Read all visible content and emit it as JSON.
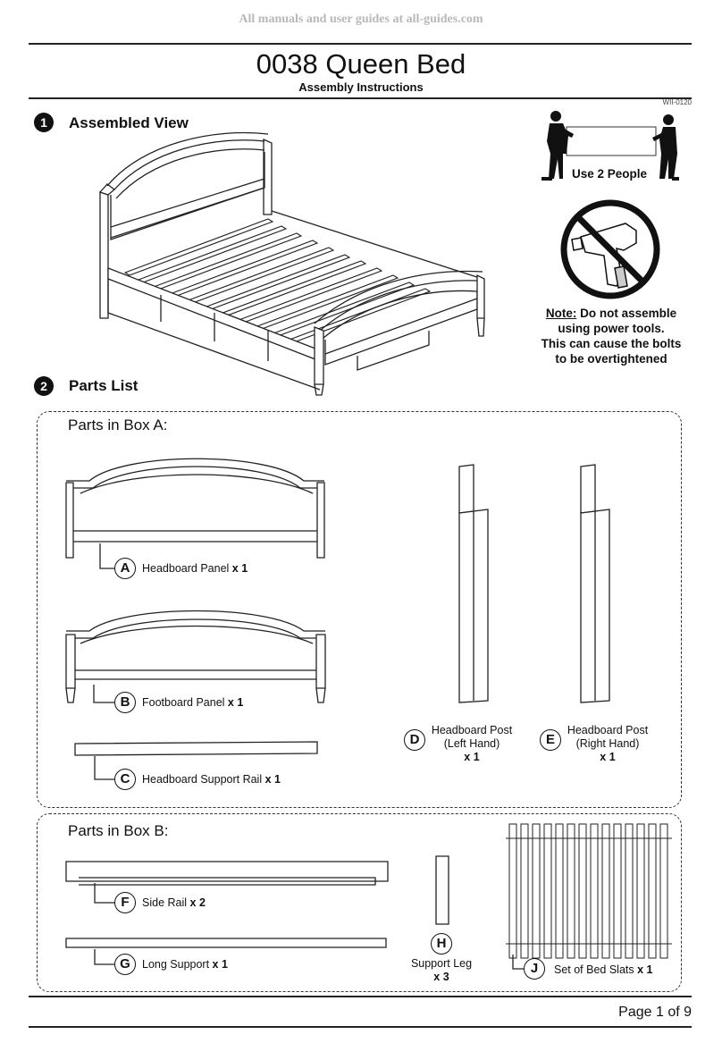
{
  "watermark": "All manuals and user guides at all-guides.com",
  "header": {
    "title": "0038 Queen Bed",
    "subtitle": "Assembly Instructions",
    "doc_id": "WII-0120"
  },
  "step1": {
    "number": "1",
    "title": "Assembled View"
  },
  "warnings": {
    "people_label": "Use 2 People",
    "note_prefix": "Note:",
    "note_line1": " Do not assemble",
    "note_line2": "using power tools.",
    "note_line3": "This can cause the bolts",
    "note_line4": "to be overtightened"
  },
  "step2": {
    "number": "2",
    "title": "Parts List"
  },
  "box_a": {
    "title": "Parts in Box A:",
    "parts": [
      {
        "letter": "A",
        "name": "Headboard Panel",
        "qty": "x 1"
      },
      {
        "letter": "B",
        "name": "Footboard Panel",
        "qty": "x 1"
      },
      {
        "letter": "C",
        "name": "Headboard Support Rail",
        "qty": "x 1"
      },
      {
        "letter": "D",
        "name_line1": "Headboard Post",
        "name_line2": "(Left Hand)",
        "qty": "x 1"
      },
      {
        "letter": "E",
        "name_line1": "Headboard Post",
        "name_line2": "(Right Hand)",
        "qty": "x 1"
      }
    ]
  },
  "box_b": {
    "title": "Parts in Box B:",
    "parts": [
      {
        "letter": "F",
        "name": "Side Rail",
        "qty": "x 2"
      },
      {
        "letter": "G",
        "name": "Long Support",
        "qty": "x 1"
      },
      {
        "letter": "H",
        "name": "Support Leg",
        "qty": "x 3"
      },
      {
        "letter": "J",
        "name": "Set of Bed Slats",
        "qty": "x 1"
      }
    ]
  },
  "footer": {
    "page": "Page 1 of 9"
  }
}
